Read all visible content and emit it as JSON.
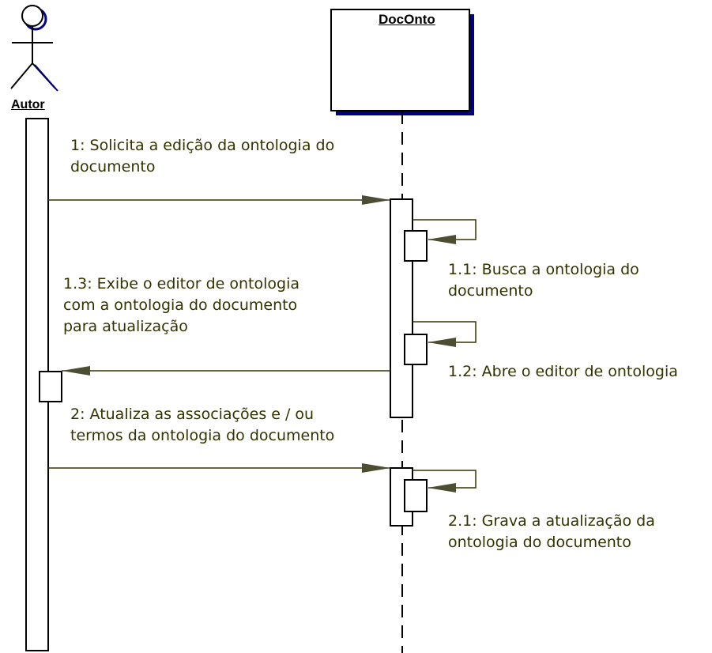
{
  "actor": {
    "name": "Autor"
  },
  "object": {
    "name": "DocOnto"
  },
  "messages": [
    {
      "id": "m1",
      "label": "1: Solicita a edição da ontologia do\ndocumento"
    },
    {
      "id": "m11",
      "label": "1.1: Busca a ontologia do\ndocumento"
    },
    {
      "id": "m13",
      "label": "1.3: Exibe o editor de ontologia\ncom a ontologia do documento\npara atualização"
    },
    {
      "id": "m12",
      "label": "1.2: Abre o editor de ontologia"
    },
    {
      "id": "m2",
      "label": "2: Atualiza as associações e / ou\ntermos da ontologia do documento"
    },
    {
      "id": "m21",
      "label": "2.1: Grava a atualização da\nontologia do documento"
    }
  ],
  "colors": {
    "line": "#333300",
    "arrowhead": "#4d4d33",
    "shadow": "#000080",
    "text": "#333300"
  }
}
